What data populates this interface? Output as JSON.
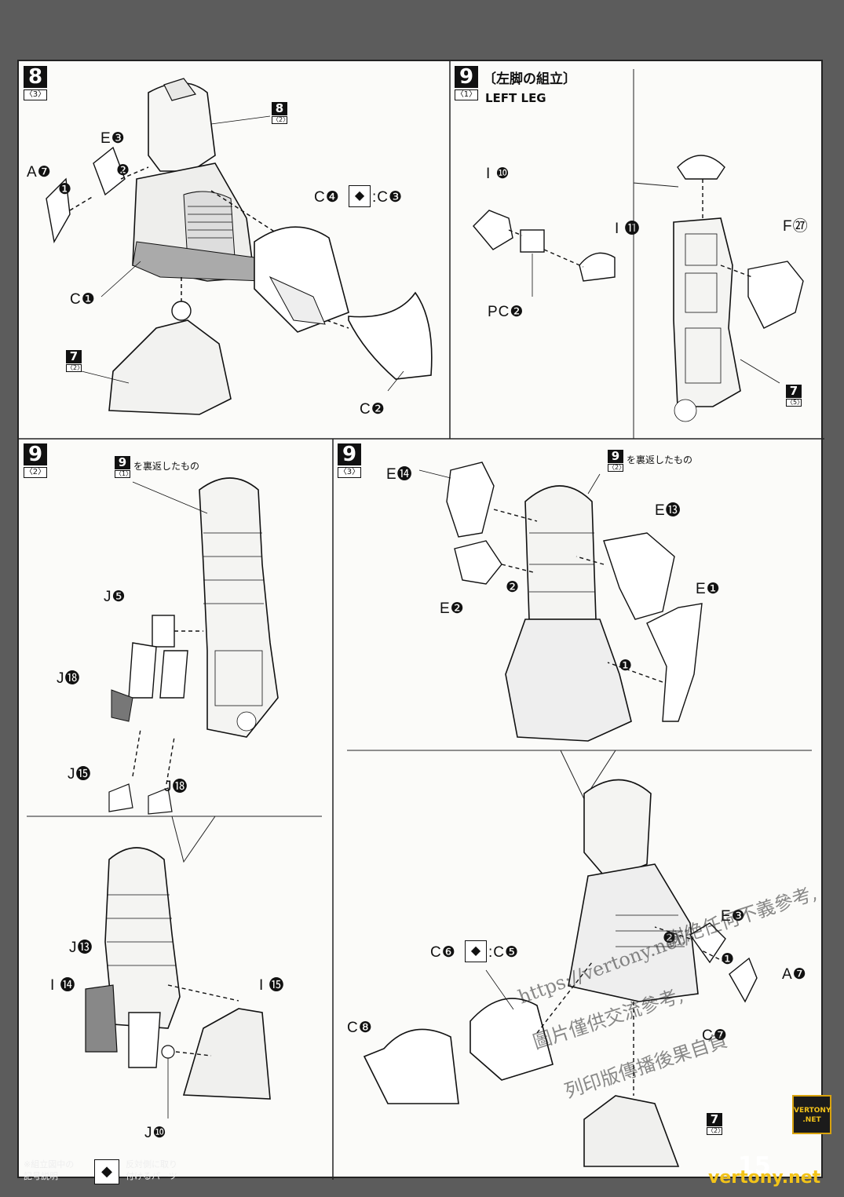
{
  "steps": {
    "s8_3": {
      "number": "8",
      "sub": "〈3〉",
      "parts": {
        "e3": "E❸",
        "a7": "A❼",
        "c1": "C❶",
        "c4c3_left": "C❹",
        "c4c3_right": ":C❸",
        "c2": "C❷",
        "arrow1": "❶",
        "arrow2": "❷"
      },
      "ref_top": {
        "number": "8",
        "sub": "〈2〉"
      },
      "ref_bottom": {
        "number": "7",
        "sub": "〈2〉"
      }
    },
    "s9_1": {
      "number": "9",
      "sub": "〈1〉",
      "title_jp": "〔左脚の組立〕",
      "title_en": "LEFT LEG",
      "parts": {
        "i10": "I ❿",
        "i11": "I ⓫",
        "pc2": "PC❷",
        "f27": "F㉗"
      },
      "ref": {
        "number": "7",
        "sub": "〈5〉"
      }
    },
    "s9_2": {
      "number": "9",
      "sub": "〈2〉",
      "ref": {
        "number": "9",
        "sub": "〈1〉",
        "note": "を裏返したもの"
      },
      "parts": {
        "j5": "J❺",
        "j18a": "J⓲",
        "j15": "J⓯",
        "j18b": "J⓲"
      }
    },
    "s9_3": {
      "number": "9",
      "sub": "〈3〉",
      "ref": {
        "number": "9",
        "sub": "〈2〉",
        "note": "を裏返したもの"
      },
      "parts": {
        "e14": "E⓮",
        "e13": "E⓭",
        "e1": "E❶",
        "e2": "E❷",
        "arrow1": "❶",
        "arrow2": "❷"
      }
    },
    "s_bottom_left": {
      "parts": {
        "j13": "J⓭",
        "i14": "I ⓮",
        "i15": "I ⓯",
        "j10": "J❿"
      }
    },
    "s_bottom_right": {
      "parts": {
        "e3": "E❸",
        "a7": "A❼",
        "c6c5_left": "C❻",
        "c6c5_right": ":C❺",
        "c8": "C❽",
        "c7": "C❼",
        "arrow1": "❶",
        "arrow2": "❷"
      },
      "ref": {
        "number": "7",
        "sub": "〈2〉"
      }
    }
  },
  "footer": {
    "legend_title_1": "※組立図中の",
    "legend_title_2": "記号説明",
    "legend_desc_1": "反対側に取り",
    "legend_desc_2": "付けるパーツ",
    "page": "15"
  },
  "watermark": {
    "url": "https://vertony.net/",
    "line1": "謝絶任何不義參考,",
    "line2": "圖片僅供交流參考,",
    "line3": "列印版傳播後果自負",
    "logo_1": "VERTONY",
    "logo_2": ".NET",
    "site": "vertony.net"
  }
}
